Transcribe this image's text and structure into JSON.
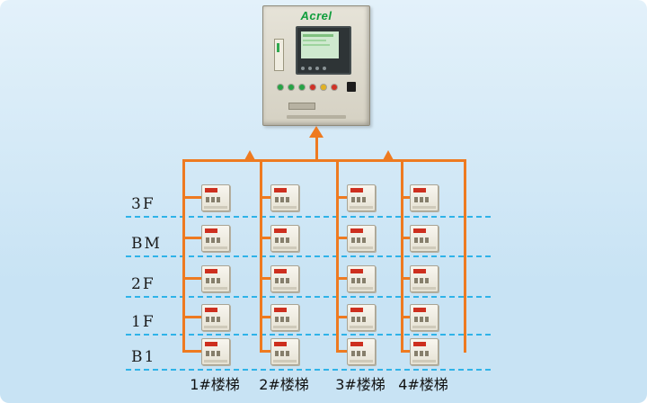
{
  "cabinet": {
    "brand": "Acrel"
  },
  "floors": [
    "3F",
    "BM",
    "2F",
    "1F",
    "B1"
  ],
  "staircases": [
    "1#楼梯",
    "2#楼梯",
    "3#楼梯",
    "4#楼梯"
  ],
  "colors": {
    "background_top": "#e3f1fa",
    "background_bottom": "#c8e3f4",
    "bus_line": "#ee7a20",
    "floor_line": "#2fb3e8",
    "brand_green": "#0f9d3c",
    "device_red": "#cd2f1f"
  }
}
